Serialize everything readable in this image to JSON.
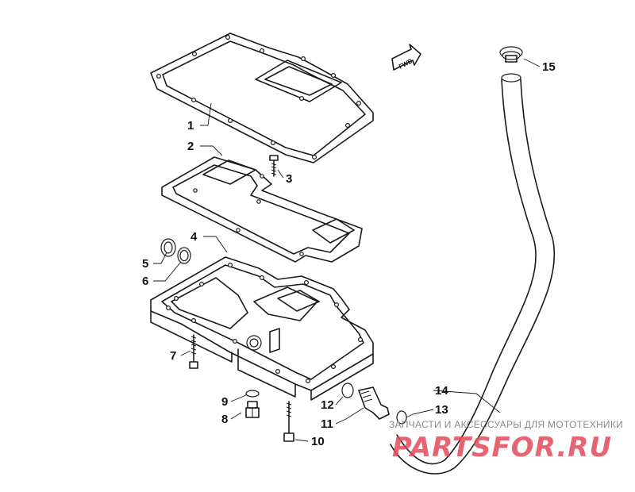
{
  "diagram": {
    "fwd_label": "FWD",
    "callouts": [
      "1",
      "2",
      "3",
      "4",
      "5",
      "6",
      "7",
      "8",
      "9",
      "10",
      "11",
      "12",
      "13",
      "14",
      "15"
    ]
  },
  "watermark": {
    "tagline": "ЗАПЧАСТИ И АКСЕССУАРЫ ДЛЯ МОТОТЕХНИКИ",
    "logo": "PARTSFOR.RU",
    "logo_color": "#e34b5a"
  }
}
